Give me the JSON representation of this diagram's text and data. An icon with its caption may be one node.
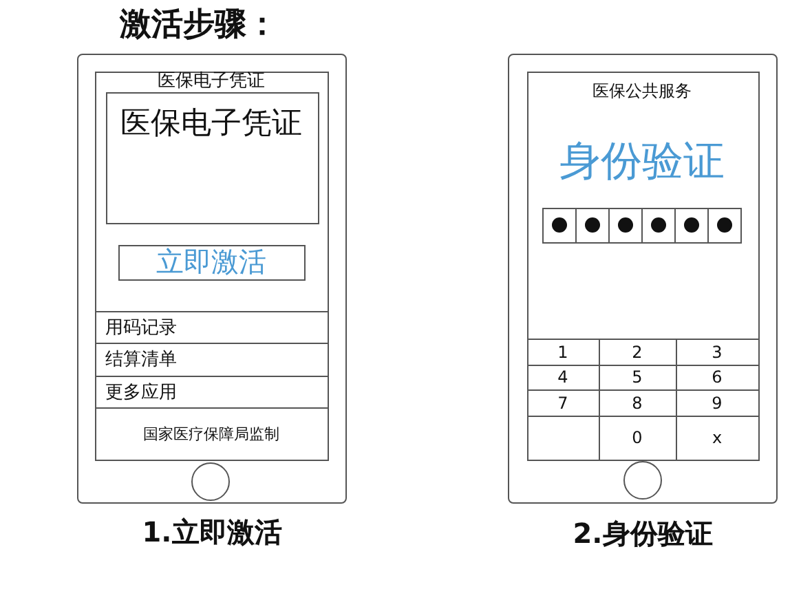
{
  "diagram": {
    "title": "激活步骤：",
    "nodes": [
      {
        "text": [],
        "shape": "box",
        "beside": [
          "1.立即激活"
        ]
      },
      {
        "text": [
          "医保电子凭证"
        ],
        "in": 0
      },
      {
        "text": [
          "医保电子凭证"
        ],
        "in": 1
      },
      {
        "text": [
          "立即激活"
        ],
        "in": 1
      },
      {
        "text": [
          "用码记录"
        ],
        "in": 1
      },
      {
        "text": [
          "结算清单"
        ],
        "in": 1
      },
      {
        "text": [
          "更多应用"
        ],
        "in": 1
      },
      {
        "text": [
          "国家医疗保障局监制"
        ],
        "in": 1
      },
      {
        "text": [],
        "shape": "circle",
        "in": 0
      },
      {
        "text": [],
        "shape": "box",
        "beside": [
          "2.身份验证"
        ]
      },
      {
        "text": [
          "医保公共服务",
          "身份验证"
        ],
        "in": 9
      },
      {
        "text": [],
        "shape": "circle",
        "in": 9
      }
    ],
    "labels": [
      "1",
      "2",
      "3",
      "4",
      "5",
      "6",
      "7",
      "8",
      "9",
      "0",
      "x"
    ]
  }
}
